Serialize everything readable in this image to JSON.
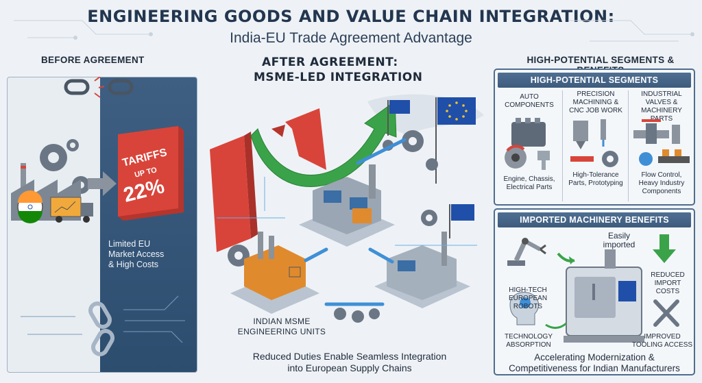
{
  "header": {
    "title": "ENGINEERING GOODS AND VALUE CHAIN INTEGRATION:",
    "subtitle": "India-EU Trade Agreement Advantage"
  },
  "left": {
    "heading": "BEFORE AGREEMENT",
    "tariff_line1": "TARIFFS",
    "tariff_line2": "UP TO",
    "tariff_line3": "22%",
    "label_line1": "Limited EU",
    "label_line2": "Market Access",
    "label_line3": "& High Costs",
    "icons": [
      "broken-chain-icon",
      "gear-icon",
      "factory-icon",
      "india-flag-icon",
      "truck-icon",
      "arrow-right-icon",
      "broken-chain-icon"
    ]
  },
  "center": {
    "title_line1": "AFTER AGREEMENT:",
    "title_line2": "MSME-LED INTEGRATION",
    "units_line1": "INDIAN MSME",
    "units_line2": "ENGINEERING UNITS",
    "caption_line1": "Reduced Duties Enable Seamless Integration",
    "caption_line2": "into European Supply Chains",
    "icons": [
      "broken-wall-icon",
      "green-arrow-icon",
      "eu-flag-icon",
      "factory-icon",
      "gear-icon"
    ]
  },
  "right": {
    "heading": "HIGH-POTENTIAL SEGMENTS & BENEFITS",
    "segments_header": "HIGH-POTENTIAL SEGMENTS",
    "segments": [
      {
        "title1": "AUTO",
        "title2": "COMPONENTS",
        "title3": "",
        "desc1": "Engine, Chassis,",
        "desc2": "Electrical Parts",
        "desc3": ""
      },
      {
        "title1": "PRECISION",
        "title2": "MACHINING &",
        "title3": "CNC JOB WORK",
        "desc1": "High-Tolerance",
        "desc2": "Parts, Prototyping",
        "desc3": ""
      },
      {
        "title1": "INDUSTRIAL",
        "title2": "VALVES &",
        "title3": "MACHINERY PARTS",
        "desc1": "Flow Control,",
        "desc2": "Heavy Industry",
        "desc3": "Components"
      }
    ],
    "benefits_header": "IMPORTED MACHINERY BENEFITS",
    "easily_line1": "Easily",
    "easily_line2": "imported",
    "robots_line1": "HIGH-TECH",
    "robots_line2": "EUROPEAN",
    "robots_line3": "ROBOTS",
    "reduced_line1": "REDUCED",
    "reduced_line2": "IMPORT",
    "reduced_line3": "COSTS",
    "tech_line1": "TECHNOLOGY",
    "tech_line2": "ABSORPTION",
    "tooling_line1": "IMPROVED",
    "tooling_line2": "TOOLING ACCESS",
    "footer_line1": "Accelerating Modernization &",
    "footer_line2": "Competitiveness for Indian Manufacturers"
  },
  "colors": {
    "navy": "#2d4d6f",
    "tariff_red": "#d9443a",
    "growth_green": "#3aa34a",
    "eu_blue": "#1f4fa8",
    "eu_gold": "#f4c430"
  }
}
